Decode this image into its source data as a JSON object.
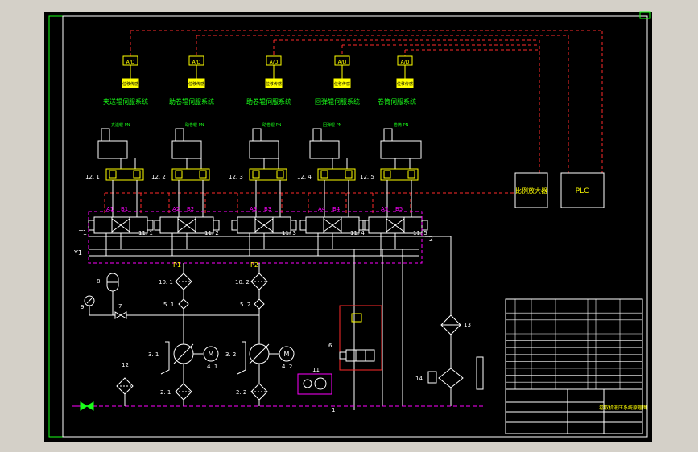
{
  "subsystems": [
    {
      "title": "夹送辊伺服系统",
      "ad": "A/D",
      "sensor": "位移传感",
      "cyl_label": "夹送辊 PN",
      "valve_no": "12. 1",
      "servo_no": "11. 1",
      "a": "A1",
      "b": "B1"
    },
    {
      "title": "助卷辊伺服系统",
      "ad": "A/D",
      "sensor": "位移传感",
      "cyl_label": "助卷辊 PN",
      "valve_no": "12. 2",
      "servo_no": "11. 2",
      "a": "A2",
      "b": "B2"
    },
    {
      "title": "助卷辊伺服系统",
      "ad": "A/D",
      "sensor": "位移传感",
      "cyl_label": "助卷辊 PN",
      "valve_no": "12. 3",
      "servo_no": "11. 3",
      "a": "A3",
      "b": "B3"
    },
    {
      "title": "回弹辊伺服系统",
      "ad": "A/D",
      "sensor": "位移传感",
      "cyl_label": "回弹辊 PN",
      "valve_no": "12. 4",
      "servo_no": "11. 4",
      "a": "A4",
      "b": "B4"
    },
    {
      "title": "卷筒伺服系统",
      "ad": "A/D",
      "sensor": "位移传感",
      "cyl_label": "卷筒 PN",
      "valve_no": "12. 5",
      "servo_no": "11. 5",
      "a": "A5",
      "b": "B5"
    }
  ],
  "controls": {
    "amplifier": "比例放大器",
    "plc": "PLC"
  },
  "ports": {
    "t1": "T1",
    "t2": "T2",
    "p1": "P1",
    "p2": "P2",
    "y1": "Y1"
  },
  "components": {
    "filter_10_1": "10. 1",
    "filter_10_2": "10. 2",
    "check_5_1": "5. 1",
    "check_5_2": "5. 2",
    "pump_3_1": "3. 1",
    "pump_3_2": "3. 2",
    "motor_4_1": "4. 1",
    "motor_4_2": "4. 2",
    "motor_symbol": "M",
    "filter_2_1": "2. 1",
    "filter_2_2": "2. 2",
    "accumulator": "8",
    "gauge": "9",
    "ball_valve": "7",
    "relief_block": "6",
    "heater": "11",
    "cooler": "13",
    "return_filter": "14",
    "suction_filter": "12",
    "tank_line": "1"
  },
  "title_block": {
    "drawing_name": "卷取机液压系统原理图"
  },
  "colors": {
    "background": "#000000",
    "frame": "#ffffff",
    "dashed_red": "#ff2a2a",
    "green_text": "#19ff19",
    "magenta": "#ff00ff",
    "yellow": "#ffff00"
  }
}
